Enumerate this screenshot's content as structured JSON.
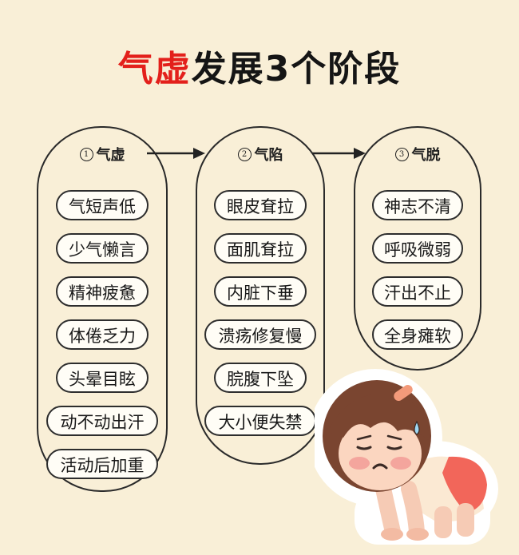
{
  "title": {
    "accent": "气虚",
    "rest": "发展3个阶段"
  },
  "stages": [
    {
      "num": "1",
      "name": "气虚",
      "symptoms": [
        "气短声低",
        "少气懒言",
        "精神疲惫",
        "体倦乏力",
        "头晕目眩",
        "动不动出汗",
        "活动后加重"
      ]
    },
    {
      "num": "2",
      "name": "气陷",
      "symptoms": [
        "眼皮耷拉",
        "面肌耷拉",
        "内脏下垂",
        "溃疡修复慢",
        "脘腹下坠",
        "大小便失禁"
      ]
    },
    {
      "num": "3",
      "name": "气脱",
      "symptoms": [
        "神志不清",
        "呼吸微弱",
        "汗出不止",
        "全身瘫软"
      ]
    }
  ],
  "colors": {
    "background": "#f9efd7",
    "accent": "#e3201b",
    "line": "#2a2a2a",
    "pill_fill": "#fffdf6"
  }
}
